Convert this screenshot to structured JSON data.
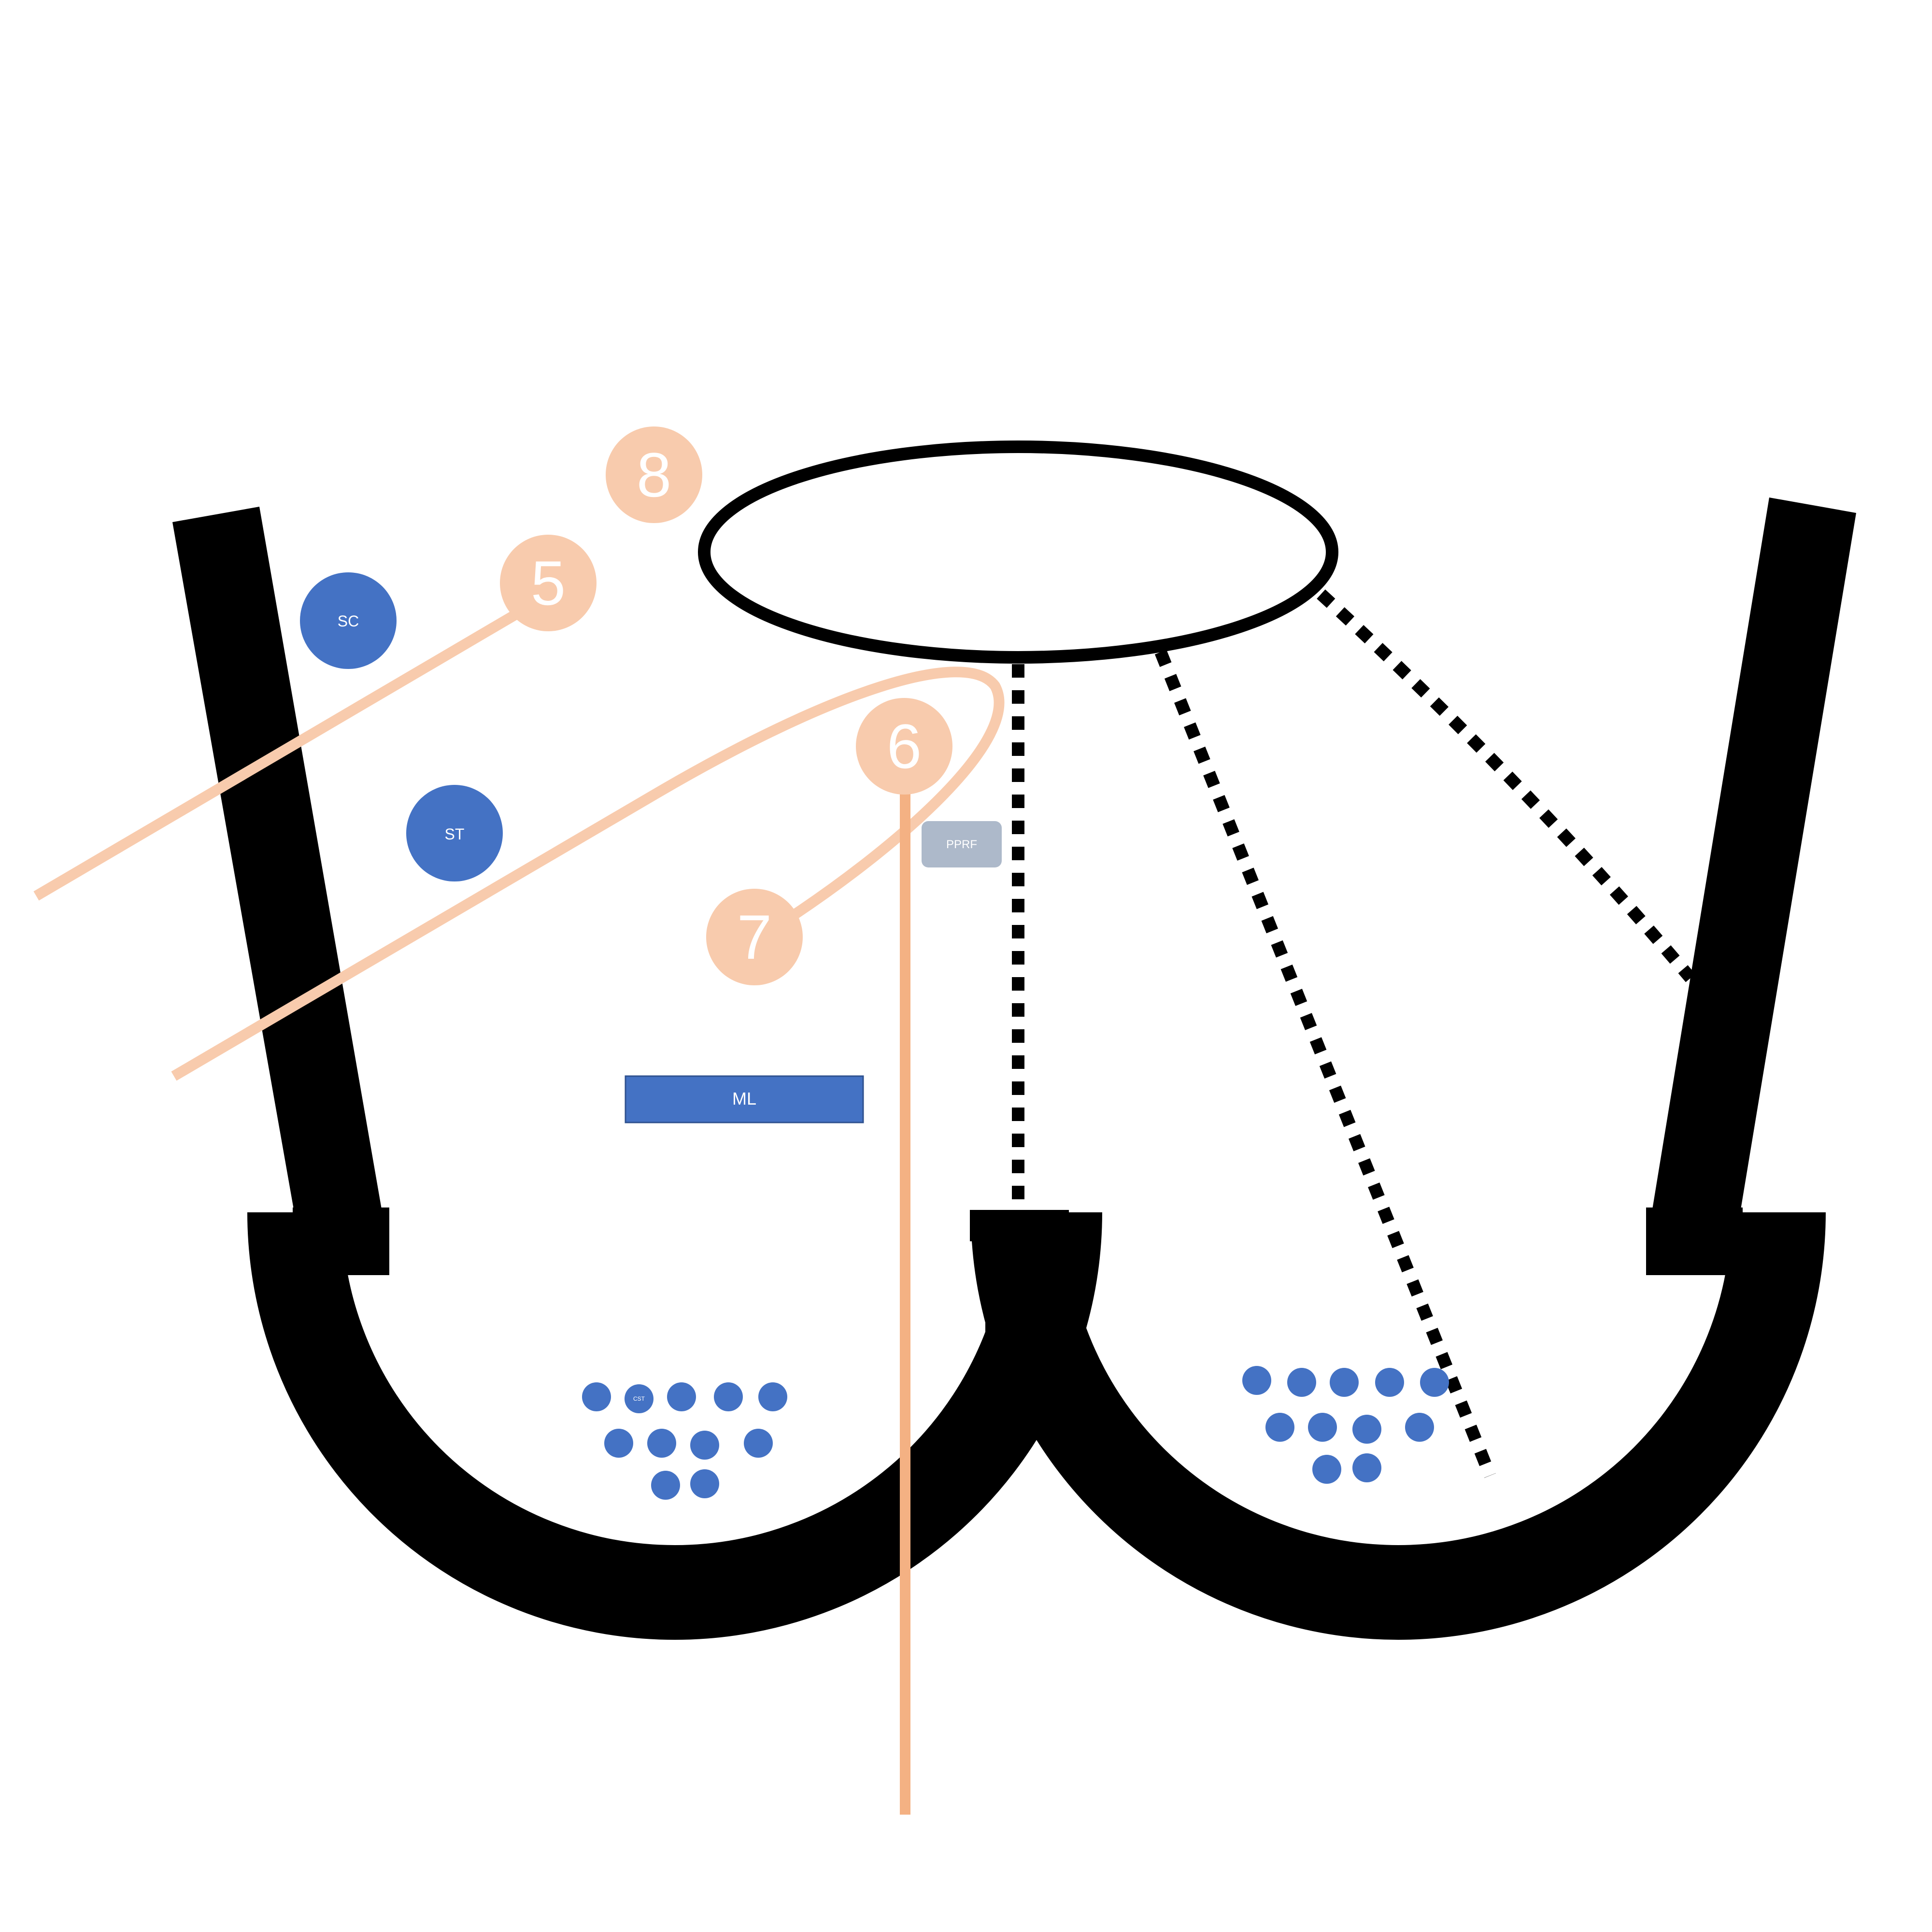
{
  "colors": {
    "outline": "#000000",
    "nucleus": "#4472C4",
    "nerve": "#F8CBAD",
    "nerve_dark": "#F4B183",
    "pprf": "#ADB9CA",
    "label_light": "#ffffff",
    "background": "#ffffff"
  },
  "nerves": {
    "cn5": "5",
    "cn6": "6",
    "cn7": "7",
    "cn8": "8"
  },
  "structures": {
    "sc": "SC",
    "st": "ST",
    "ml": "ML",
    "pprf": "PPRF",
    "cst": "CST"
  }
}
